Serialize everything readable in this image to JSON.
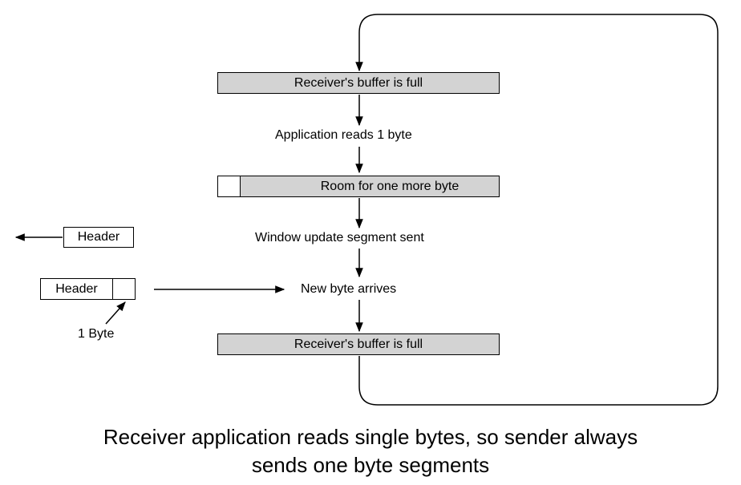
{
  "diagram": {
    "step1": "Receiver's buffer is full",
    "step2": "Application reads 1 byte",
    "step3": "Room for one more byte",
    "step4": "Window update segment sent",
    "step5": "New byte arrives",
    "step6": "Receiver's buffer is full",
    "header_out": "Header",
    "header_in": "Header",
    "byte_label": "1 Byte",
    "colors": {
      "buffer_fill": "#d3d3d3",
      "line": "#000000"
    }
  },
  "caption": {
    "line1": "Receiver application reads single bytes, so sender always",
    "line2": "sends one byte segments"
  }
}
